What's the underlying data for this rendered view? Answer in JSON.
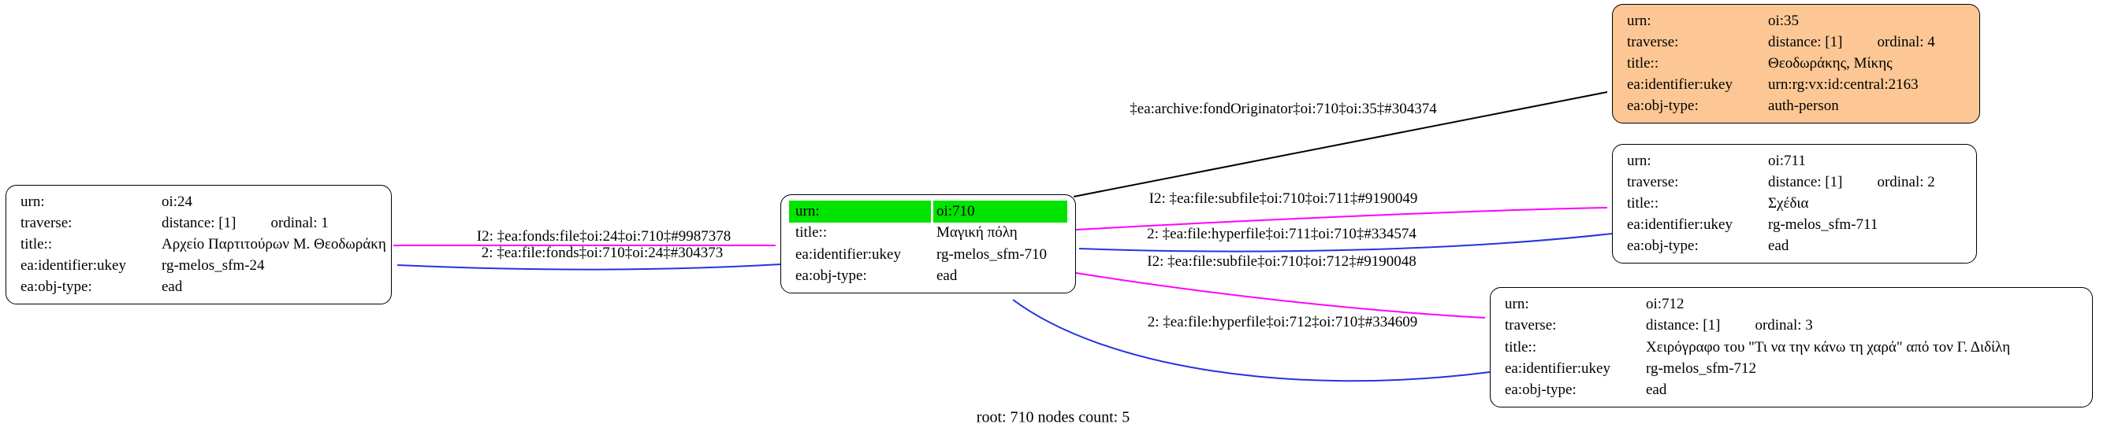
{
  "graph": {
    "footer": "root: 710 nodes count: 5",
    "colors": {
      "forward_edge": "#ff00ff",
      "back_edge": "#2433e0",
      "plain_edge": "#000000",
      "root_header_fill": "#00e400",
      "person_node_fill": "#fcc794",
      "node_border": "#000000",
      "background": "#ffffff"
    },
    "nodes": {
      "oi24": {
        "rows": [
          {
            "key": "urn:",
            "value": "oi:24"
          },
          {
            "key": "traverse:",
            "value": "distance: [1]",
            "value2": "ordinal: 1"
          },
          {
            "key": "title::",
            "value": "Αρχείο Παρτιτούρων Μ. Θεοδωράκη"
          },
          {
            "key": "ea:identifier:ukey",
            "value": "rg-melos_sfm-24"
          },
          {
            "key": "ea:obj-type:",
            "value": "ead"
          }
        ]
      },
      "oi710": {
        "rows": [
          {
            "key": "urn:",
            "value": "oi:710"
          },
          {
            "key": "title::",
            "value": "Μαγική πόλη"
          },
          {
            "key": "ea:identifier:ukey",
            "value": "rg-melos_sfm-710"
          },
          {
            "key": "ea:obj-type:",
            "value": "ead"
          }
        ]
      },
      "oi35": {
        "rows": [
          {
            "key": "urn:",
            "value": "oi:35"
          },
          {
            "key": "traverse:",
            "value": "distance: [1]",
            "value2": "ordinal: 4"
          },
          {
            "key": "title::",
            "value": "Θεοδωράκης, Μίκης"
          },
          {
            "key": "ea:identifier:ukey",
            "value": "urn:rg:vx:id:central:2163"
          },
          {
            "key": "ea:obj-type:",
            "value": "auth-person"
          }
        ]
      },
      "oi711": {
        "rows": [
          {
            "key": "urn:",
            "value": "oi:711"
          },
          {
            "key": "traverse:",
            "value": "distance: [1]",
            "value2": "ordinal: 2"
          },
          {
            "key": "title::",
            "value": "Σχέδια"
          },
          {
            "key": "ea:identifier:ukey",
            "value": "rg-melos_sfm-711"
          },
          {
            "key": "ea:obj-type:",
            "value": "ead"
          }
        ]
      },
      "oi712": {
        "rows": [
          {
            "key": "urn:",
            "value": "oi:712"
          },
          {
            "key": "traverse:",
            "value": "distance: [1]",
            "value2": "ordinal: 3"
          },
          {
            "key": "title::",
            "value": "Χειρόγραφο του \"Τι να την κάνω τη χαρά\" από τον Γ. Διδίλη"
          },
          {
            "key": "ea:identifier:ukey",
            "value": "rg-melos_sfm-712"
          },
          {
            "key": "ea:obj-type:",
            "value": "ead"
          }
        ]
      }
    },
    "edges": {
      "fonds_file": {
        "label": "I2: ‡ea:fonds:file‡oi:24‡oi:710‡#9987378"
      },
      "file_fonds": {
        "label": "2: ‡ea:file:fonds‡oi:710‡oi:24‡#304373"
      },
      "fond_originator": {
        "label": "‡ea:archive:fondOriginator‡oi:710‡oi:35‡#304374"
      },
      "subfile_711": {
        "label": "I2: ‡ea:file:subfile‡oi:710‡oi:711‡#9190049"
      },
      "hyperfile_711": {
        "label": "2: ‡ea:file:hyperfile‡oi:711‡oi:710‡#334574"
      },
      "subfile_712": {
        "label": "I2: ‡ea:file:subfile‡oi:710‡oi:712‡#9190048"
      },
      "hyperfile_712": {
        "label": "2: ‡ea:file:hyperfile‡oi:712‡oi:710‡#334609"
      }
    }
  }
}
